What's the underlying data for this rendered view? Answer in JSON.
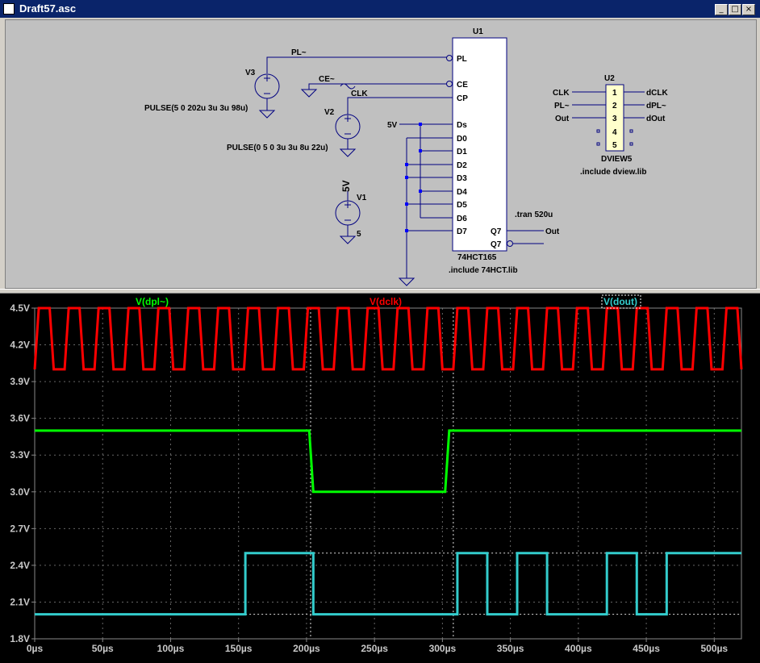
{
  "window": {
    "title": "Draft57.asc",
    "controls": [
      "_",
      "□",
      "×"
    ]
  },
  "schematic": {
    "u1": {
      "ref": "U1",
      "part": "74HCT165",
      "include": ".include 74HCT.lib",
      "left_pins": [
        "PL",
        "CE",
        "CP",
        "Ds",
        "D0",
        "D1",
        "D2",
        "D3",
        "D4",
        "D5",
        "D6",
        "D7"
      ],
      "right_pins": [
        "Q7",
        "Q7"
      ]
    },
    "u2": {
      "ref": "U2",
      "part": "DVIEW5",
      "include": ".include dview.lib",
      "pin_numbers": [
        "1",
        "2",
        "3",
        "4",
        "5"
      ],
      "left_labels": [
        "CLK",
        "PL~",
        "Out"
      ],
      "right_labels": [
        "dCLK",
        "dPL~",
        "dOut"
      ]
    },
    "v3": {
      "ref": "V3",
      "value": "PULSE(5 0 202u 3u 3u 98u)"
    },
    "v2": {
      "ref": "V2",
      "value": "PULSE(0 5 0 3u 3u 8u 22u)"
    },
    "v1": {
      "ref": "V1",
      "value": "5",
      "net": "5V"
    },
    "nets": {
      "pl": "PL~",
      "ce": "CE~",
      "clk": "CLK",
      "fivev": "5V",
      "out": "Out"
    },
    "directive": ".tran 520u"
  },
  "waveform": {
    "traces": [
      {
        "name": "V(dpl~)",
        "color": "#00ff00"
      },
      {
        "name": "V(dclk)",
        "color": "#ff0000"
      },
      {
        "name": "V(dout)",
        "color": "#33cccc"
      }
    ],
    "y_ticks": [
      "4.5V",
      "4.2V",
      "3.9V",
      "3.6V",
      "3.3V",
      "3.0V",
      "2.7V",
      "2.4V",
      "2.1V",
      "1.8V"
    ],
    "x_ticks": [
      "0µs",
      "50µs",
      "100µs",
      "150µs",
      "200µs",
      "250µs",
      "300µs",
      "350µs",
      "400µs",
      "450µs",
      "500µs"
    ]
  }
}
